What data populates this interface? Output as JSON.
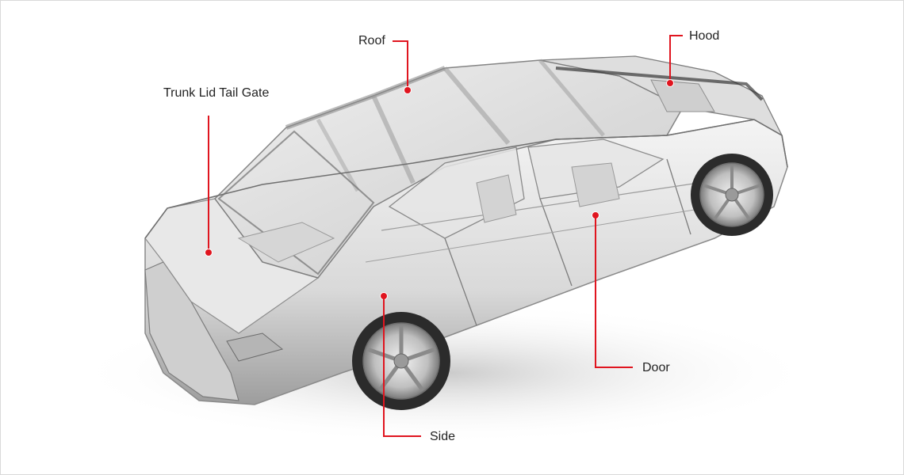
{
  "diagram": {
    "accent_color": "#e0151f",
    "labels": {
      "roof": "Roof",
      "hood": "Hood",
      "trunk": "Trunk Lid Tail Gate",
      "door": "Door",
      "side": "Side"
    },
    "illustration": "translucent-car-body-in-white"
  }
}
